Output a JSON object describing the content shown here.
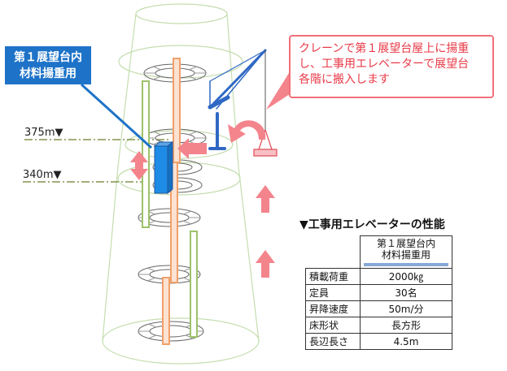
{
  "label_box": {
    "lines": [
      "第１展望台内",
      "材料揚重用"
    ]
  },
  "callout": {
    "lines": [
      "クレーンで第１展望台屋上に揚重",
      "し、工事用エレベーターで展望台",
      "各階に搬入します"
    ]
  },
  "levels": [
    {
      "text": "375m▼"
    },
    {
      "text": "340m▼"
    }
  ],
  "performance": {
    "title": "▼工事用エレベーターの性能",
    "column_header": [
      "第１展望台内",
      "材料揚重用"
    ],
    "rows": [
      {
        "label": "積載荷重",
        "value": "2000㎏"
      },
      {
        "label": "定員",
        "value": "30名"
      },
      {
        "label": "昇降速度",
        "value": "50m/分"
      },
      {
        "label": "床形状",
        "value": "長方形"
      },
      {
        "label": "長辺長さ",
        "value": "4.5m"
      }
    ]
  },
  "colors": {
    "blue": "#1e73c8",
    "crane": "#2f68c4",
    "arrow": "#f4848c",
    "green": "#9dc26a",
    "orange": "#f0a06a",
    "tower_outline": "#c5deb0",
    "dash": "#6b7d2a"
  }
}
